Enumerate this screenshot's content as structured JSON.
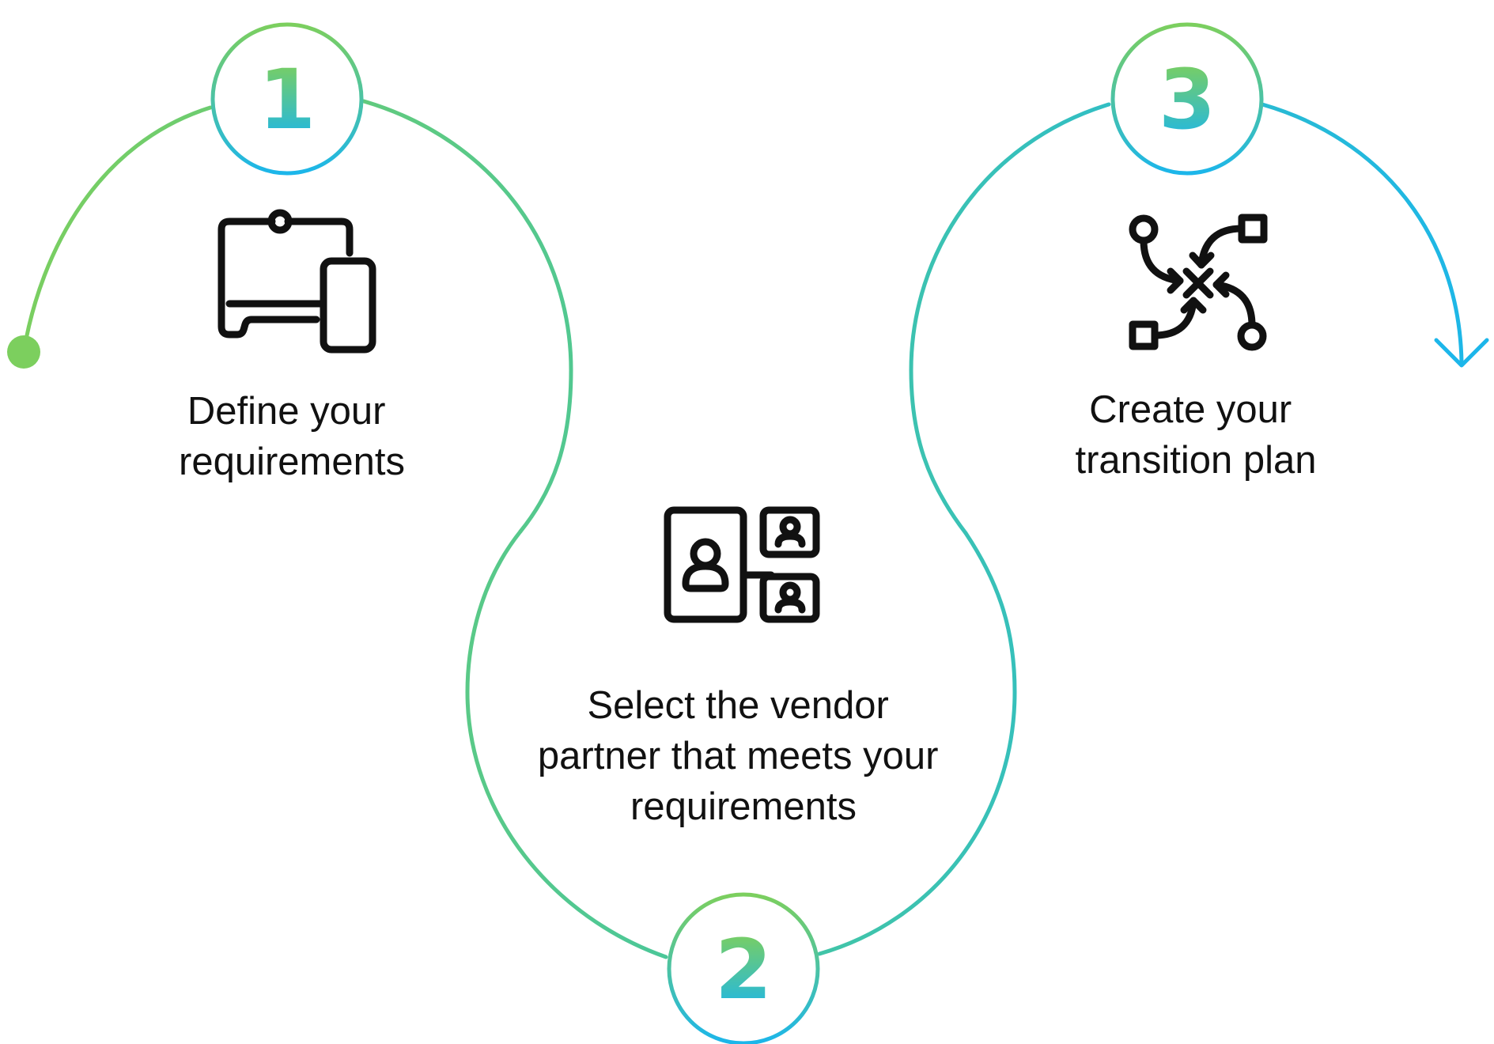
{
  "colors": {
    "gradient_start": "#7ccf5e",
    "gradient_mid": "#45c6a0",
    "gradient_end": "#1cb6ea",
    "icon_stroke": "#111111",
    "text": "#111111"
  },
  "steps": [
    {
      "number": "1",
      "label_lines": [
        "Define your",
        "requirements"
      ],
      "icon": "devices-icon"
    },
    {
      "number": "2",
      "label_lines": [
        "Select the vendor",
        "partner that meets your",
        "requirements"
      ],
      "icon": "video-conference-icon"
    },
    {
      "number": "3",
      "label_lines": [
        "Create your",
        "transition plan"
      ],
      "icon": "workflow-merge-icon"
    }
  ],
  "path": {
    "start_marker": "start-dot",
    "end_marker": "arrowhead"
  }
}
